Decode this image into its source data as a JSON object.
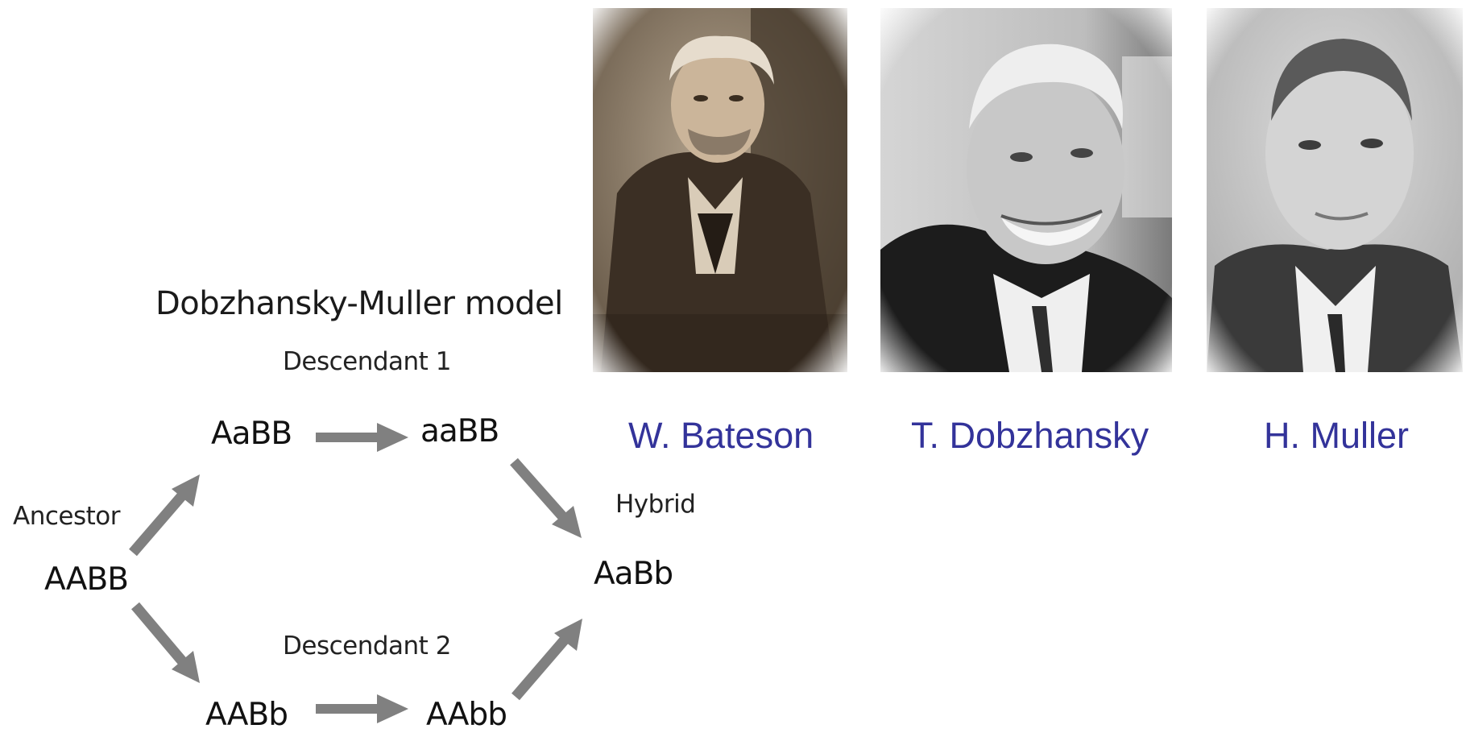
{
  "diagram": {
    "title": "Dobzhansky-Muller model",
    "labels": {
      "ancestor": "Ancestor",
      "descendant_1": "Descendant 1",
      "descendant_2": "Descendant 2",
      "hybrid": "Hybrid"
    },
    "genotypes": {
      "ancestor": "AABB",
      "d1_step1": "AaBB",
      "d1_step2": "aaBB",
      "d2_step1": "AABb",
      "d2_step2": "AAbb",
      "hybrid": "AaBb"
    },
    "arrow_color": "#808080"
  },
  "portraits": [
    {
      "name": "W. Bateson",
      "tone": "sepia"
    },
    {
      "name": "T. Dobzhansky",
      "tone": "grayscale"
    },
    {
      "name": "H. Muller",
      "tone": "grayscale"
    }
  ],
  "name_color": "#33339a"
}
